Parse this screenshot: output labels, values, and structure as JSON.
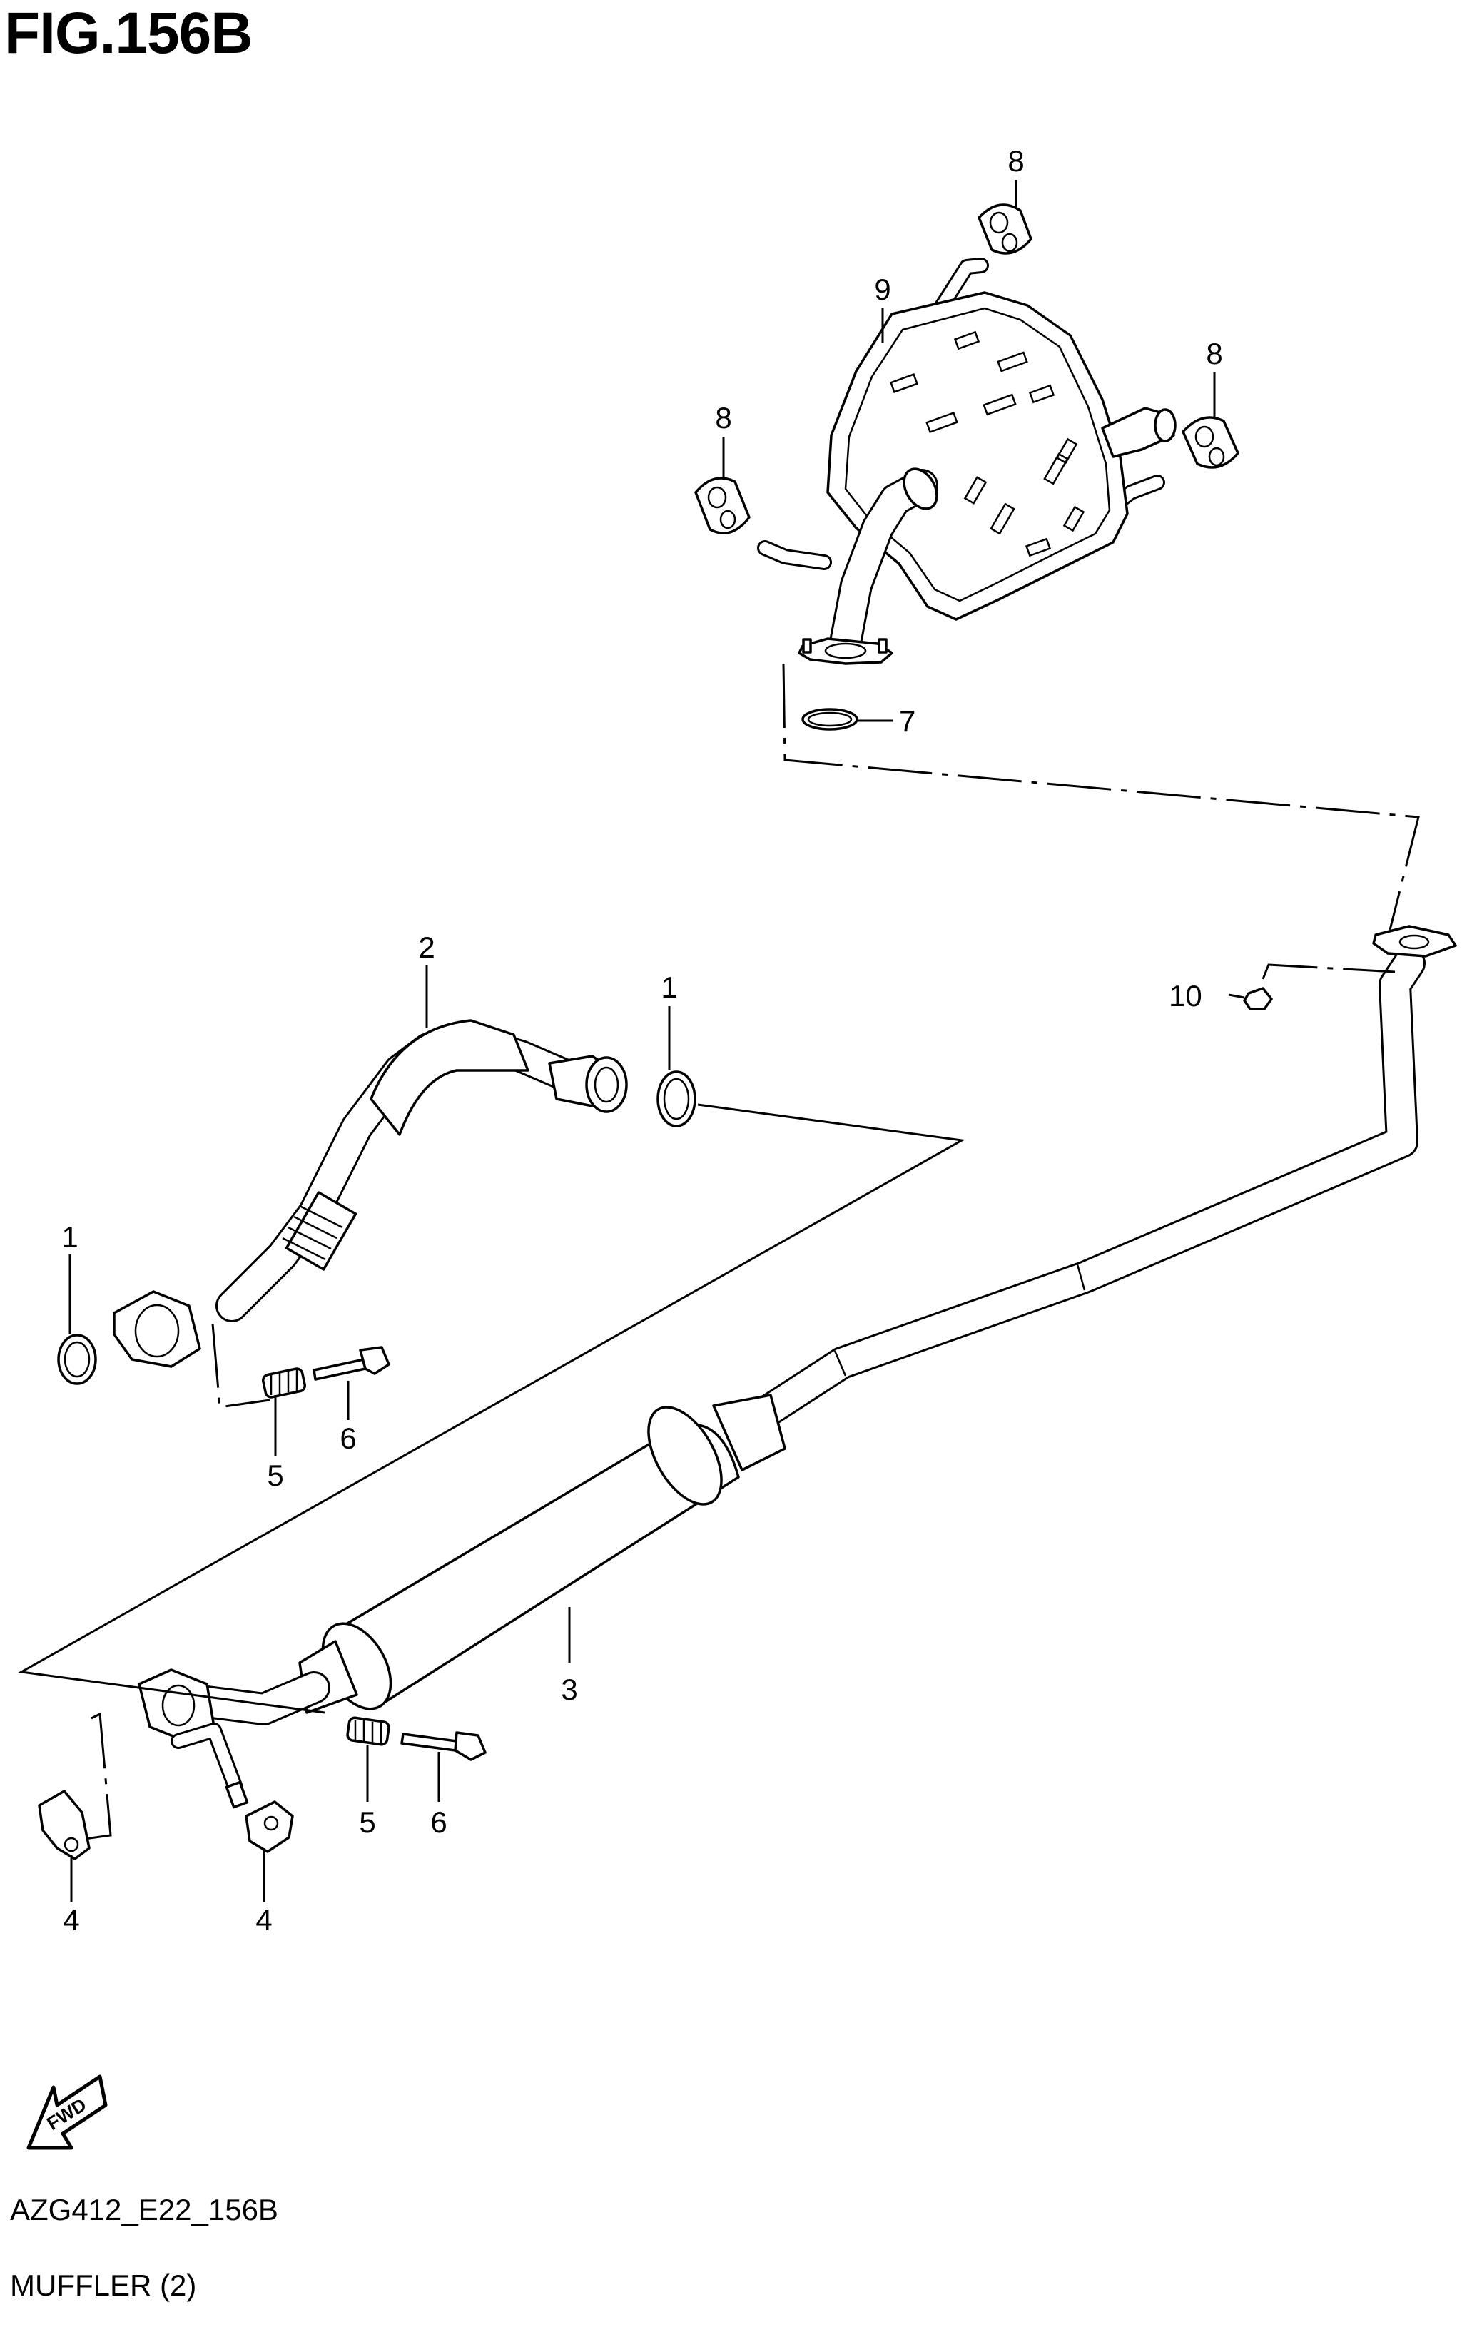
{
  "figure": {
    "title": "FIG.156B",
    "code": "AZG412_E22_156B",
    "name": "MUFFLER (2)"
  },
  "callouts": [
    "1",
    "2",
    "1",
    "3",
    "4",
    "4",
    "5",
    "6",
    "5",
    "6",
    "7",
    "8",
    "8",
    "8",
    "9",
    "10"
  ],
  "fwd_label": "FWD",
  "icons": [
    "fwd-arrow-icon"
  ]
}
